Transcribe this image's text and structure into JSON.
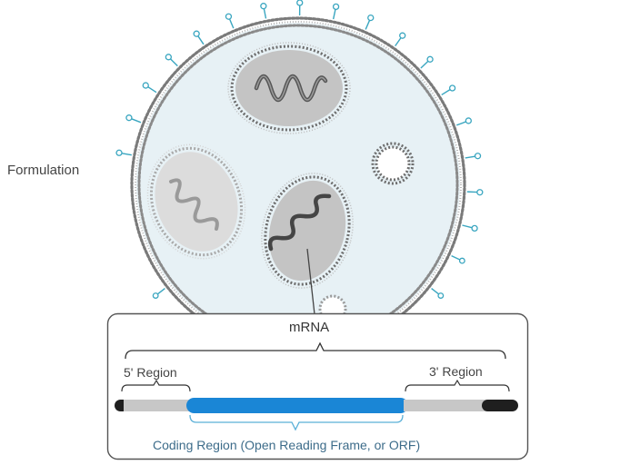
{
  "labels": {
    "formulation": "Formulation",
    "mrna": "mRNA",
    "region_5": "5' Region",
    "region_3": "3' Region",
    "coding_region": "Coding Region (Open Reading Frame, or ORF)"
  },
  "colors": {
    "particle_fill": "#e7f1f5",
    "lipid_head": "#7a7a7a",
    "peg": "#3aa6c0",
    "vesicle_core": "#c4c4c4",
    "vesicle_core_faded": "#dcdcdc",
    "orf": "#1a86d6",
    "utr": "#c7c7c7",
    "cap": "#1f1f1f",
    "coding_bracket": "#5ab0d8"
  }
}
